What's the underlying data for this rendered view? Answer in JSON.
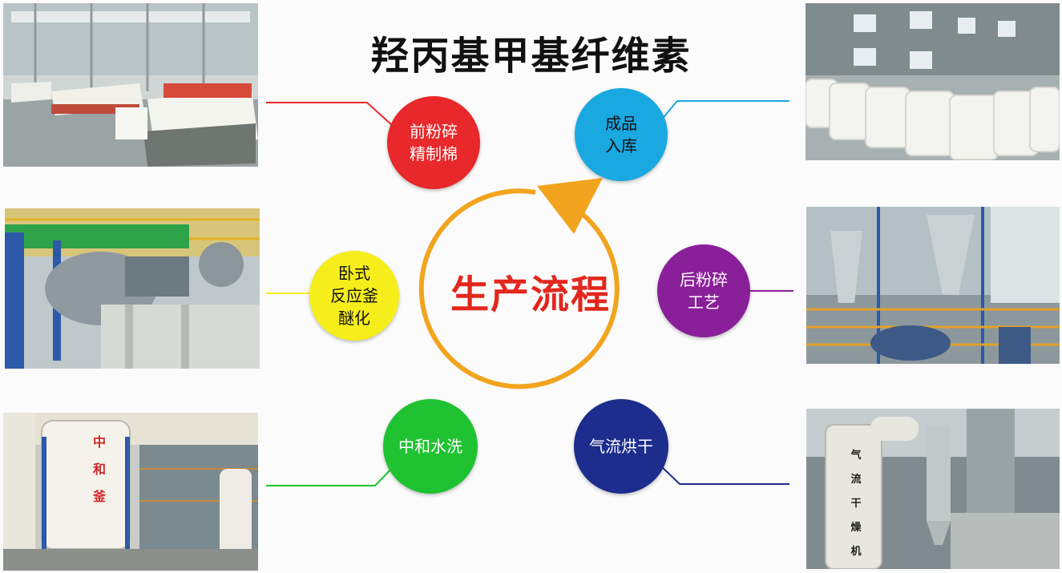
{
  "title": "羟丙基甲基纤维素",
  "center": {
    "label": "生产流程",
    "ring_color": "#f2a41f"
  },
  "steps": [
    {
      "id": "pre-crush",
      "lines": [
        "前粉碎",
        "精制棉"
      ],
      "color": "#e8282a",
      "text_color": "#ffffff"
    },
    {
      "id": "storage",
      "lines": [
        "成品",
        "入库"
      ],
      "color": "#1aa8e0",
      "text_color": "#111111"
    },
    {
      "id": "reactor",
      "lines": [
        "卧式",
        "反应釜",
        "醚化"
      ],
      "color": "#f6ee1a",
      "text_color": "#111111"
    },
    {
      "id": "post-crush",
      "lines": [
        "后粉碎",
        "工艺"
      ],
      "color": "#8a1f9a",
      "text_color": "#ffffff"
    },
    {
      "id": "wash",
      "lines": [
        "中和水洗"
      ],
      "color": "#1fc230",
      "text_color": "#ffffff"
    },
    {
      "id": "dry",
      "lines": [
        "气流烘干"
      ],
      "color": "#1c2d8e",
      "text_color": "#ffffff"
    }
  ],
  "photos": {
    "neutralizer_tank_text": [
      "中",
      "和",
      "釜"
    ],
    "dryer_tower_text": [
      "气",
      "流",
      "干",
      "燥",
      "机"
    ]
  }
}
